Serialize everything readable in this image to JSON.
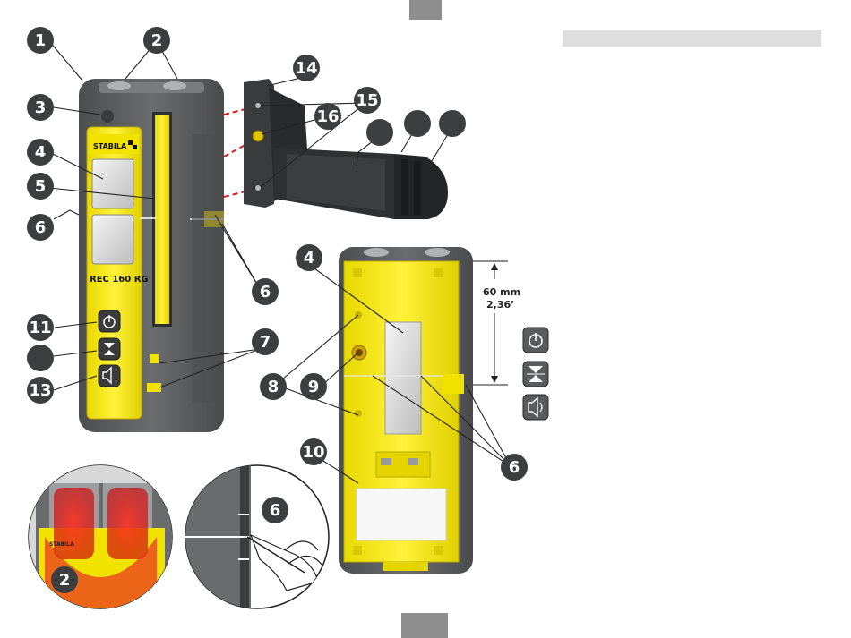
{
  "device": {
    "brand": "STABILA",
    "model": "REC 160 RG"
  },
  "callouts": {
    "c1": "1",
    "c2": "2",
    "c3": "3",
    "c4": "4",
    "c5": "5",
    "c6": "6",
    "c7": "7",
    "c8": "8",
    "c9": "9",
    "c10": "10",
    "c11": "11",
    "c13": "13",
    "c14": "14",
    "c15": "15",
    "c16": "16"
  },
  "dimension": {
    "metric": "60 mm",
    "imperial": "2,36’"
  },
  "icons": [
    "power-icon",
    "sensitivity-icon",
    "volume-icon"
  ],
  "colors": {
    "yellow": "#f2e200",
    "body": "#5a5b5d",
    "callout": "#3d3e40",
    "laser": "#d42020"
  }
}
